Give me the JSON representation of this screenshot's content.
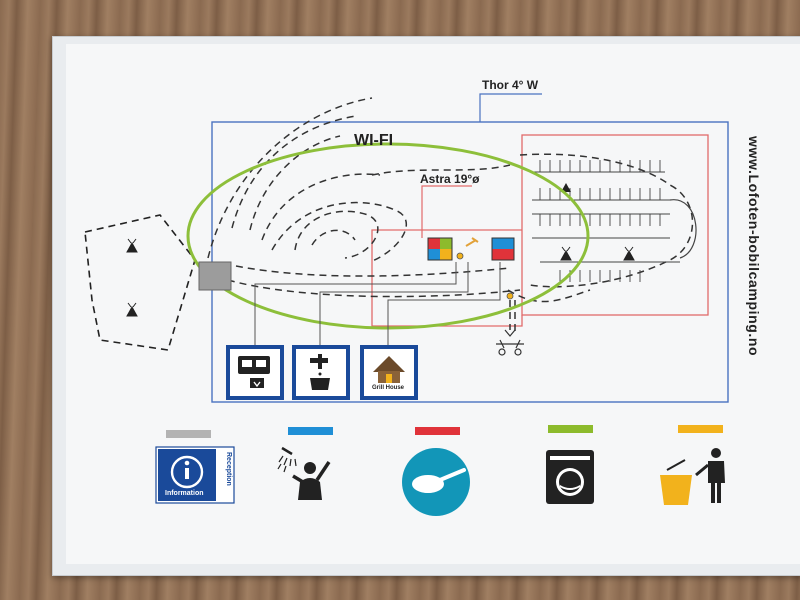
{
  "map": {
    "wifi_label": "WI-FI",
    "thor_label": "Thor 4° W",
    "astra_label": "Astra 19°ø",
    "website": "www.Lofoten-bobilcamping.no",
    "grill_house_label": "Grill House"
  },
  "legend": [
    {
      "name": "reception",
      "color": "#b3b3b3",
      "icon_text": "Reception",
      "icon_subtext": "Information"
    },
    {
      "name": "shower",
      "color": "#1f8fd6"
    },
    {
      "name": "kitchen",
      "color": "#e0333a"
    },
    {
      "name": "laundry",
      "color": "#8dbb2c"
    },
    {
      "name": "garbage",
      "color": "#f2b21c"
    }
  ],
  "colors": {
    "wifi_zone": "#8dbf3a",
    "map_border": "#4a72c0",
    "parking_zone": "#e26b6b",
    "icon_blue": "#1a4a9a"
  }
}
